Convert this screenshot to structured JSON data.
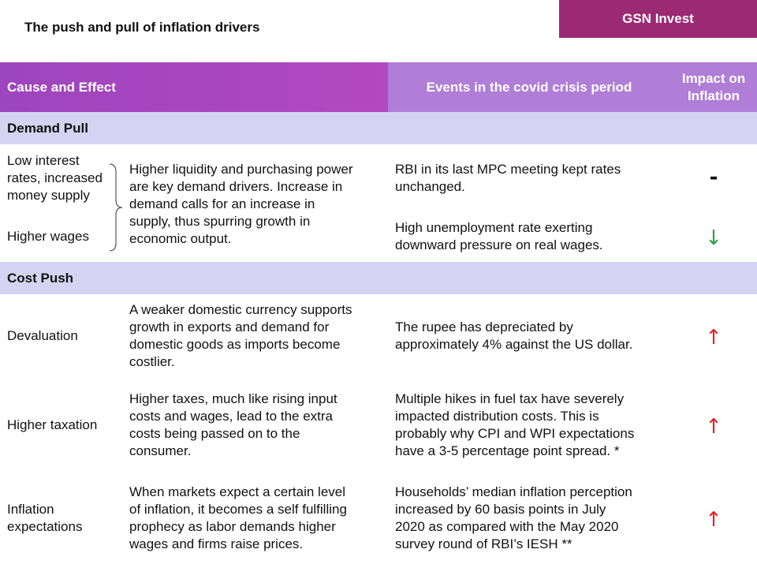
{
  "title": "The push and pull of inflation drivers",
  "brand": "GSN Invest",
  "colors": {
    "brand": "#9c2a72",
    "header_purple": "#a946bf",
    "header_light": "#b07ed6",
    "section_band": "#d4d4f2",
    "up_arrow": "#e02424",
    "down_arrow": "#2ea043"
  },
  "columns": {
    "cause": "Cause and Effect",
    "events": "Events in the covid crisis period",
    "impact_line1": "Impact on",
    "impact_line2": "Inflation"
  },
  "demand_pull": {
    "label": "Demand Pull",
    "cause1": [
      "Low interest",
      "rates, increased",
      "money supply"
    ],
    "cause2": "Higher wages",
    "effect": [
      "Higher liquidity and purchasing power",
      "are key demand drivers. Increase in",
      "demand calls for an increase in",
      "supply, thus spurring growth in",
      "economic output."
    ],
    "event1": [
      "RBI in its last MPC meeting kept rates",
      "unchanged."
    ],
    "event2": [
      "High unemployment rate exerting",
      "downward pressure on real wages."
    ],
    "impact1": "-",
    "impact2": "↓",
    "impact2_icon": "down-arrow-icon"
  },
  "cost_push": {
    "label": "Cost Push",
    "rows": [
      {
        "cause": [
          "Devaluation"
        ],
        "effect": [
          "A weaker domestic currency supports",
          "growth in exports and demand for",
          "domestic goods as imports become",
          "costlier."
        ],
        "event": [
          "The rupee has depreciated by",
          "approximately 4% against the US dollar."
        ],
        "impact": "↑",
        "impact_icon": "up-arrow-icon"
      },
      {
        "cause": [
          "Higher taxation"
        ],
        "effect": [
          "Higher taxes, much like rising input",
          "costs and wages, lead to the extra",
          "costs being passed on to the",
          "consumer."
        ],
        "event": [
          "Multiple hikes in fuel tax have severely",
          "impacted distribution costs. This is",
          "probably why CPI and WPI expectations",
          "have a 3-5 percentage point spread. *"
        ],
        "impact": "↑",
        "impact_icon": "up-arrow-icon"
      },
      {
        "cause": [
          "Inflation",
          "expectations"
        ],
        "effect": [
          "When markets expect a certain level",
          "of inflation, it becomes a self fulfilling",
          "prophecy as labor demands higher",
          "wages and firms raise prices."
        ],
        "event": [
          "Households’ median inflation perception",
          "increased by 60 basis points in July",
          "2020 as compared with the May 2020",
          "survey round of RBI’s IESH **"
        ],
        "impact": "↑",
        "impact_icon": "up-arrow-icon"
      }
    ]
  }
}
